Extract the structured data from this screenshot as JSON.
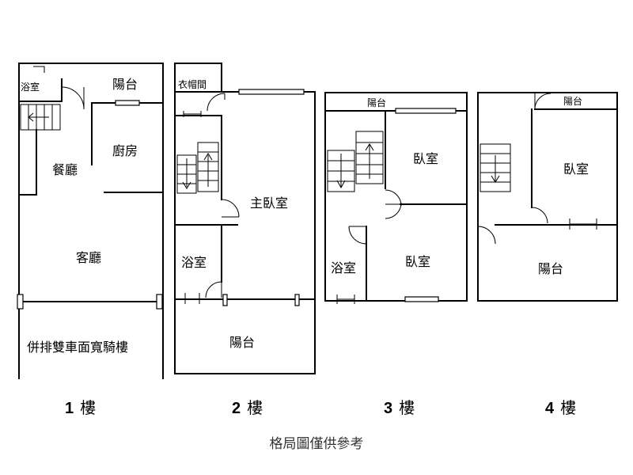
{
  "floors": [
    {
      "number": "1",
      "suffix": "樓",
      "rooms": {
        "bathroom": "浴室",
        "balcony": "陽台",
        "kitchen": "廚房",
        "dining": "餐廳",
        "living": "客廳",
        "parking": "併排雙車面寬騎樓"
      }
    },
    {
      "number": "2",
      "suffix": "樓",
      "rooms": {
        "closet": "衣帽間",
        "master_bedroom": "主臥室",
        "bathroom": "浴室",
        "balcony": "陽台"
      }
    },
    {
      "number": "3",
      "suffix": "樓",
      "rooms": {
        "balcony": "陽台",
        "bedroom_upper": "臥室",
        "bathroom": "浴室",
        "bedroom_lower": "臥室"
      }
    },
    {
      "number": "4",
      "suffix": "樓",
      "rooms": {
        "balcony_top": "陽台",
        "bedroom": "臥室",
        "balcony_front": "陽台"
      }
    }
  ],
  "caption": "格局圖僅供參考"
}
